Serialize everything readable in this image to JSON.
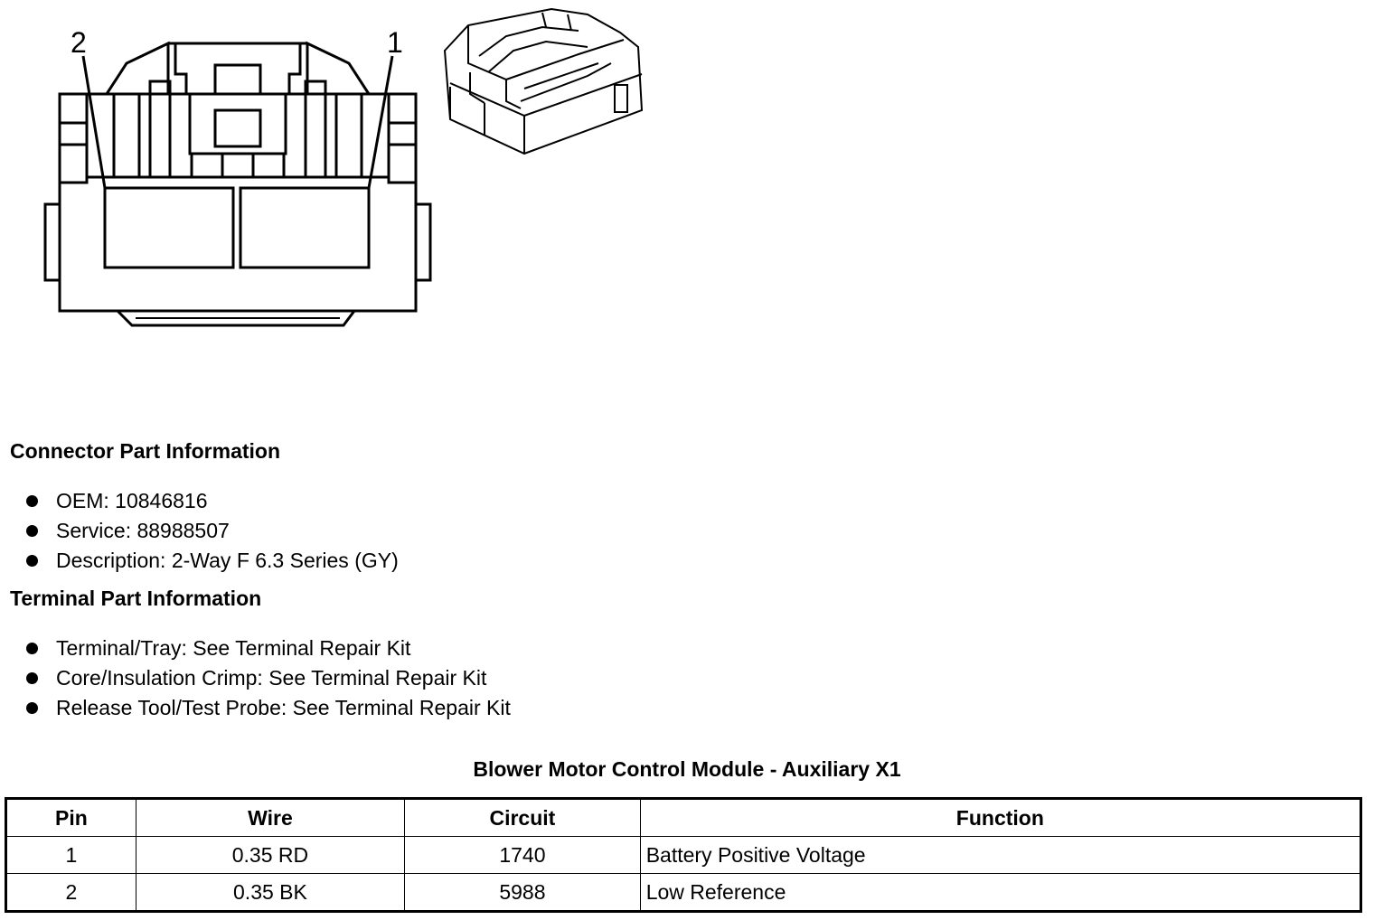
{
  "diagram": {
    "pin_label_left": "2",
    "pin_label_right": "1"
  },
  "connector_section": {
    "title": "Connector Part Information",
    "items": [
      "OEM: 10846816",
      "Service: 88988507",
      "Description: 2-Way F 6.3 Series (GY)"
    ]
  },
  "terminal_section": {
    "title": "Terminal Part Information",
    "items": [
      "Terminal/Tray: See Terminal Repair Kit",
      "Core/Insulation Crimp: See Terminal Repair Kit",
      "Release Tool/Test Probe: See Terminal Repair Kit"
    ]
  },
  "table": {
    "title": "Blower Motor Control Module - Auxiliary X1",
    "headers": [
      "Pin",
      "Wire",
      "Circuit",
      "Function"
    ],
    "rows": [
      [
        "1",
        "0.35 RD",
        "1740",
        "Battery Positive Voltage"
      ],
      [
        "2",
        "0.35 BK",
        "5988",
        "Low Reference"
      ]
    ]
  }
}
